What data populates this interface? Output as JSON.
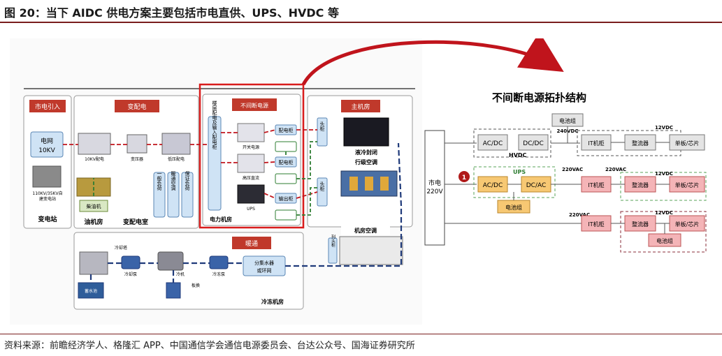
{
  "figure": {
    "title": "图 20：当下 AIDC 供电方案主要包括市电直供、UPS、HVDC 等",
    "source": "资料来源：前瞻经济学人、格隆汇 APP、中国通信学会通信电源委员会、台达公众号、国海证券研究所"
  },
  "left_diagram": {
    "sections": {
      "grid_in": "市电引入",
      "substation_room": "变配电",
      "ups_room": "不间断电源",
      "main_room": "主机房",
      "hvac": "暖通",
      "substation": "变电站",
      "oil_room": "油机房",
      "power_room": "变配电室",
      "power_machine_room": "电力机房",
      "cold_room": "冷冻机房"
    },
    "labels": {
      "grid_10kv": "电网\n10KV",
      "station_110kv": "110KV/35KV自\n建变电站",
      "distribution_10kv": "10KV配电",
      "transformer": "变压器",
      "low_voltage": "低压配电",
      "generator": "柴油机",
      "general_load": "一般负荷",
      "hvac_load": "暖通空调",
      "guaranteed_load": "保证负荷",
      "floor_distribution": "楼层配电及输入配电柜",
      "switching_power": "开关电源",
      "hv_dc": "高压直流",
      "ups": "UPS",
      "distribution_cabinet_1": "配电柜",
      "distribution_cabinet_2": "配电柜",
      "output_cabinet": "输出柜",
      "head_cabinet_1": "头柜",
      "head_cabinet_2": "头柜",
      "head_cabinet_3": "列头柜",
      "liquid_cooling": "液冷封闭",
      "row_ac": "行级空调",
      "room_ac": "机房空调",
      "cooling_tower": "冷却塔",
      "cooling_pump": "冷却泵",
      "chiller": "冷机",
      "chilled_pump": "冷冻泵",
      "plate_exchanger": "板换",
      "water_tank": "蓄水池",
      "manifold": "分集水器\n或环网"
    }
  },
  "right_diagram": {
    "title": "不间断电源拓扑结构",
    "mains": "市电\n220V",
    "hvdc_row": {
      "battery": "电池组",
      "voltage_mid": "240VDC",
      "voltage_end": "12VDC",
      "acdc": "AC/DC",
      "dcdc": "DC/DC",
      "tag": "HVDC",
      "it_cabinet": "IT机柜",
      "rectifier": "整流器",
      "board": "单板/芯片"
    },
    "ups_row": {
      "marker": "1",
      "tag": "UPS",
      "voltage_mid": "220VAC",
      "voltage_mid2": "220VAC",
      "voltage_end": "12VDC",
      "acdc": "AC/DC",
      "dcac": "DC/AC",
      "battery": "电池组",
      "it_cabinet": "IT机柜",
      "rectifier": "整流器",
      "board": "单板/芯片"
    },
    "direct_row": {
      "voltage_mid": "220VAC",
      "voltage_end": "12VDC",
      "it_cabinet": "IT机柜",
      "rectifier": "整流器",
      "board": "单板/芯片",
      "battery": "电池组"
    }
  },
  "colors": {
    "title_rule": "#7a1d1d",
    "section_header": "#c0392b",
    "highlight": "#d91d1d",
    "arrow": "#c0141c",
    "green_line": "#2e7d32",
    "navy_line": "#1f3a7a",
    "node_blue": "#cfe3f5",
    "orange_box": "#f7c873",
    "pink_box": "#f4b4b7",
    "gray_box": "#e4e4e4"
  }
}
